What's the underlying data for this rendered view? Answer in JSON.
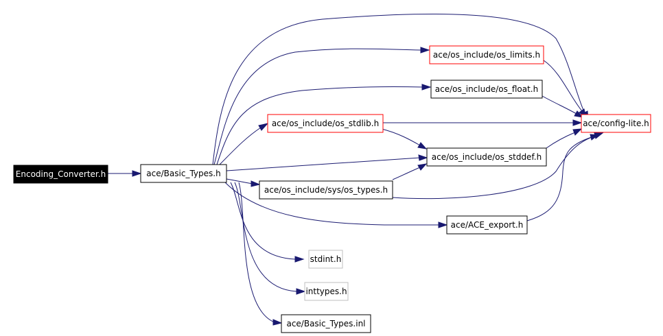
{
  "graph": {
    "colors": {
      "edge": "#191970",
      "root_fill": "#000000",
      "root_text": "#ffffff",
      "default_border": "#000000",
      "truncated_border": "#ff0000",
      "missing_border": "#bfbfbf",
      "node_fill": "#ffffff",
      "node_text": "#000000"
    },
    "nodes": {
      "encoding_converter": "Encoding_Converter.h",
      "basic_types": "ace/Basic_Types.h",
      "os_limits": "ace/os_include/os_limits.h",
      "os_float": "ace/os_include/os_float.h",
      "os_stdlib": "ace/os_include/os_stdlib.h",
      "config_lite": "ace/config-lite.h",
      "os_stddef": "ace/os_include/os_stddef.h",
      "os_types": "ace/os_include/sys/os_types.h",
      "ace_export": "ace/ACE_export.h",
      "stdint": "stdint.h",
      "inttypes": "inttypes.h",
      "basic_types_inl": "ace/Basic_Types.inl"
    }
  }
}
